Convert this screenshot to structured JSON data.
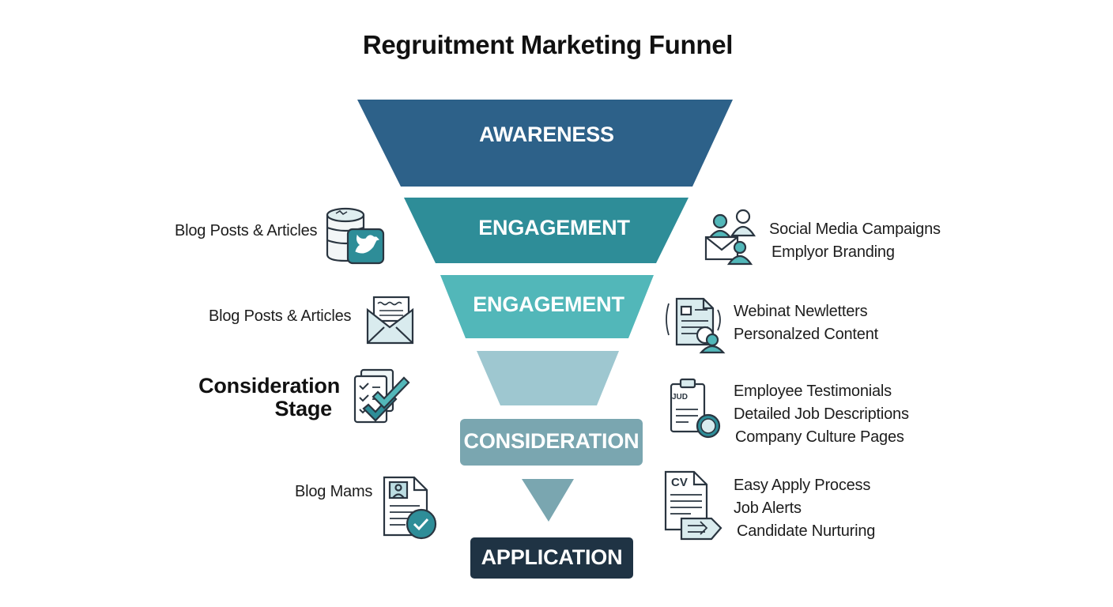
{
  "title": "Regruitment Marketing Funnel",
  "stages": [
    {
      "label": "AWARENESS",
      "color": "#2d6189"
    },
    {
      "label": "ENGAGEMENT",
      "color": "#2e8d98"
    },
    {
      "label": "ENGAGEMENT",
      "color": "#52b7b9"
    },
    {
      "label": "",
      "color": "#9ec7d0"
    },
    {
      "label": "CONSIDERATION",
      "color": "#7aa6b0"
    },
    {
      "label": "",
      "color": "#7aa6b0"
    },
    {
      "label": "APPLICATION",
      "color": "#1f3344"
    }
  ],
  "left": {
    "item1": "Blog Posts & Articles",
    "item2": "Blog Posts & Articles",
    "item3_line1": "Consideration",
    "item3_line2": "Stage",
    "item4": "Blog Mams"
  },
  "right": {
    "group1": [
      "Social Media Campaigns",
      "Emplyor Branding"
    ],
    "group2": [
      "Webinat Newletters",
      "Personalzed Content"
    ],
    "group3": [
      "Employee Testimonials",
      "Detailed Job Descriptions",
      "Company Culture Pages"
    ],
    "group4": [
      "Easy Apply Process",
      "Job Alerts",
      "Candidate Nurturing"
    ]
  },
  "icons": {
    "left1": "database-twitter-icon",
    "left2": "newsletter-envelope-icon",
    "left3": "checklist-icon",
    "left4": "profile-document-check-icon",
    "right1": "social-people-email-icon",
    "right2": "document-person-icon",
    "right3": "job-description-clipboard-icon",
    "right4": "cv-document-arrow-icon",
    "icon_text_jud": "JUD",
    "icon_text_cv": "CV"
  }
}
